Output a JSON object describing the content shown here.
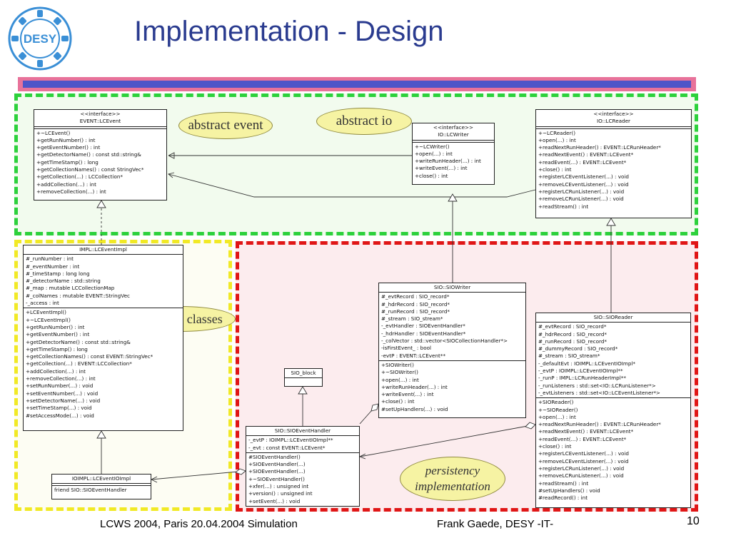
{
  "slide": {
    "title": "Implementation - Design",
    "page_number": "10"
  },
  "logo": {
    "text": "DESY"
  },
  "footer": {
    "left": "LCWS 2004, Paris 20.04.2004 Simulation",
    "right": "Frank Gaede, DESY -IT-"
  },
  "bubbles": {
    "abstract_event": "abstract event",
    "abstract_io": "abstract io",
    "concrete_classes": "concrete classes",
    "persistency_line1": "persistency",
    "persistency_line2": "implementation"
  },
  "classes": {
    "lcevent": {
      "stereo": "<<interface>>",
      "name": "EVENT::LCEvent",
      "ops": [
        "+~LCEvent()",
        "+getRunNumber() : int",
        "+getEventNumber() : int",
        "+getDetectorName() : const std::string&",
        "+getTimeStamp() : long",
        "+getCollectionNames() : const StringVec*",
        "+getCollection(...) : LCCollection*",
        "+addCollection(...) : int",
        "+removeCollection(...) : int"
      ]
    },
    "lcwriter": {
      "stereo": "<<interface>>",
      "name": "IO::LCWriter",
      "ops": [
        "+~LCWriter()",
        "+open(...) : int",
        "+writeRunHeader(...) : int",
        "+writeEvent(...) : int",
        "+close() : int"
      ]
    },
    "lcreader": {
      "stereo": "<<interface>>",
      "name": "IO::LCReader",
      "ops": [
        "+~LCReader()",
        "+open(...) : int",
        "+readNextRunHeader() : EVENT::LCRunHeader*",
        "+readNextEvent() : EVENT::LCEvent*",
        "+readEvent(...) : EVENT::LCEvent*",
        "+close() : int",
        "+registerLCEventListener(...) : void",
        "+removeLCEventListener(...) : void",
        "+registerLCRunListener(...) : void",
        "+removeLCRunListener(...) : void",
        "+readStream() : int"
      ]
    },
    "lceventimpl": {
      "name": "IMPL::LCEventImpl",
      "attrs": [
        "#_runNumber : int",
        "#_eventNumber : int",
        "#_timeStamp : long long",
        "#_detectorName : std::string",
        "#_map : mutable LCCollectionMap",
        "#_colNames : mutable EVENT::StringVec",
        "-_access : int"
      ],
      "ops": [
        "+LCEventImpl()",
        "+~LCEventImpl()",
        "+getRunNumber() : int",
        "+getEventNumber() : int",
        "+getDetectorName() : const std::string&",
        "+getTimeStamp() : long",
        "+getCollectionNames() : const EVENT::StringVec*",
        "+getCollection(...) : EVENT::LCCollection*",
        "+addCollection(...) : int",
        "+removeCollection(...) : int",
        "+setRunNumber(...) : void",
        "+setEventNumber(...) : void",
        "+setDetectorName(...) : void",
        "+setTimeStamp(...) : void",
        "#setAccessMode(...) : void"
      ]
    },
    "lceventioimpl": {
      "name": "IOIMPL::LCEventIOImpl",
      "ops": [
        "friend  SIO::SIOEventHandler"
      ]
    },
    "sioblock": {
      "name": "SIO_block"
    },
    "sioeventhandler": {
      "name": "SIO::SIOEventHandler",
      "attrs": [
        "-_evtP : IOIMPL::LCEventIOImpl**",
        "-_evt : const EVENT::LCEvent*"
      ],
      "ops": [
        "#SIOEventHandler()",
        "+SIOEventHandler(...)",
        "+SIOEventHandler(...)",
        "+~SIOEventHandler()",
        "+xfer(...) : unsigned int",
        "+version() : unsigned int",
        "+setEvent(...) : void"
      ]
    },
    "siowriter": {
      "name": "SIO::SIOWriter",
      "attrs": [
        "#_evtRecord : SIO_record*",
        "#_hdrRecord : SIO_record*",
        "#_runRecord : SIO_record*",
        "#_stream : SIO_stream*",
        "-_evtHandler : SIOEventHandler*",
        "-_hdrHandler : SIOEventHandler*",
        "-_colVector : std::vector<SIOCollectionHandler*>",
        "-isFirstEvent_ : bool",
        "-evtP : EVENT::LCEvent**"
      ],
      "ops": [
        "+SIOWriter()",
        "+~SIOWriter()",
        "+open(...) : int",
        "+writeRunHeader(...) : int",
        "+writeEvent(...) : int",
        "+close() : int",
        "#setUpHandlers(...) : void"
      ]
    },
    "sioreader": {
      "name": "SIO::SIOReader",
      "attrs": [
        "#_evtRecord : SIO_record*",
        "#_hdrRecord : SIO_record*",
        "#_runRecord : SIO_record*",
        "#_dummyRecord : SIO_record*",
        "#_stream : SIO_stream*",
        "-_defaultEvt : IOIMPL::LCEventIOImpl*",
        "-_evtP : IOIMPL::LCEventIOImpl**",
        "-_runP : IMPL::LCRunHeaderImpl**",
        "-_runListeners : std::set<IO::LCRunListener*>",
        "-_evtListeners : std::set<IO::LCEventListener*>"
      ],
      "ops": [
        "+SIOReader()",
        "+~SIOReader()",
        "+open(...) : int",
        "+readNextRunHeader() : EVENT::LCRunHeader*",
        "+readNextEvent() : EVENT::LCEvent*",
        "+readEvent(...) : EVENT::LCEvent*",
        "+close() : int",
        "+registerLCEventListener(...) : void",
        "+removeLCEventListener(...) : void",
        "+registerLCRunListener(...) : void",
        "+removeLCRunListener(...) : void",
        "+readStream() : int",
        "#setUpHandlers() : void",
        "#readRecord() : int"
      ]
    }
  },
  "colors": {
    "title": "#2a3b8f",
    "zone_green": "#2dd13c",
    "zone_yellow": "#f1e925",
    "zone_red": "#e01616",
    "bubble": "#f6f3a3",
    "bar_pink": "#e8729a",
    "bar_blue": "#4e55c8"
  }
}
